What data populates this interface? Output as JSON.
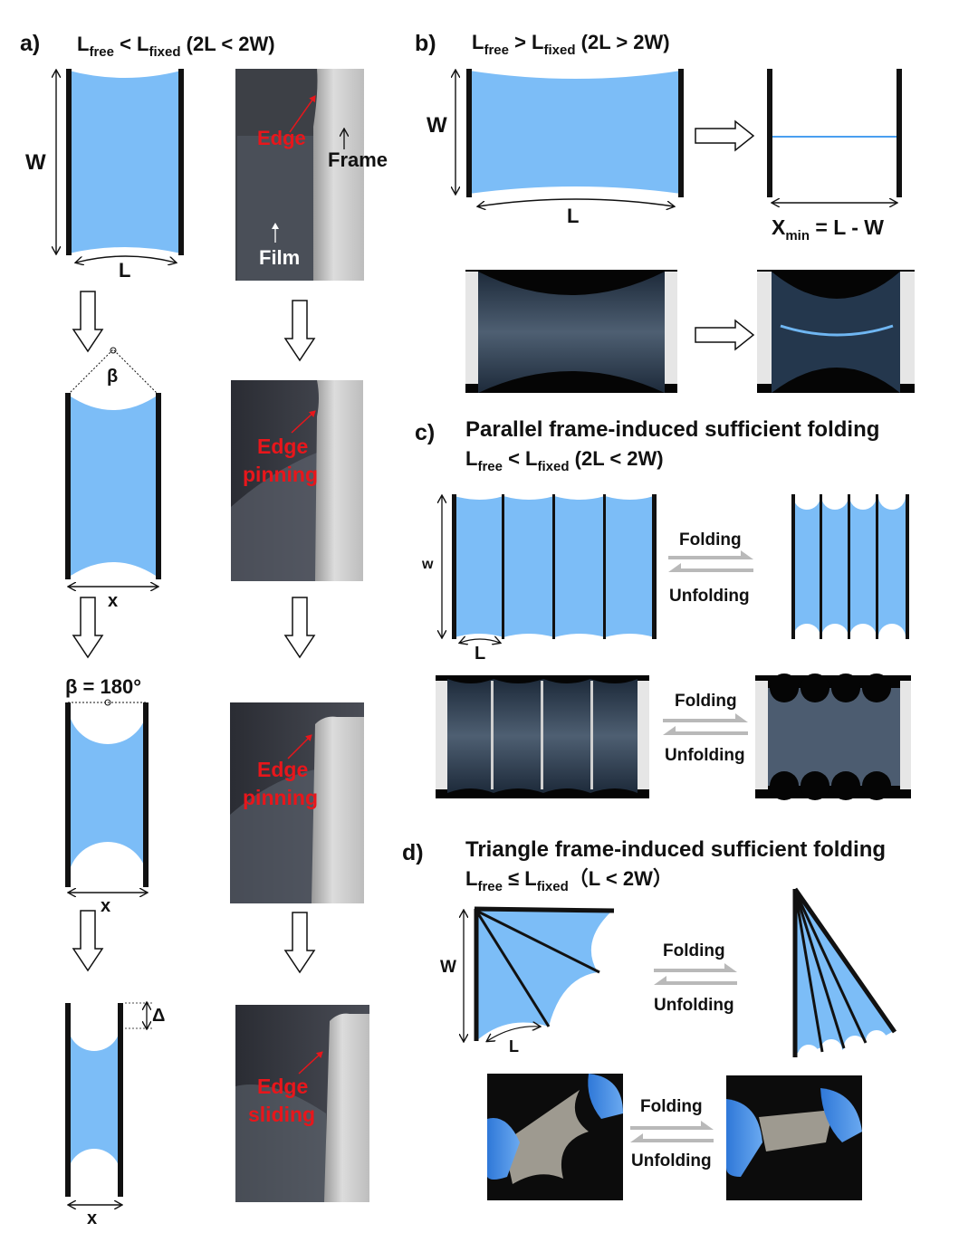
{
  "colors": {
    "film": "#7cbdf7",
    "frame": "#111111",
    "label_red": "#e8161b",
    "arrow_gray": "#b9b9b9"
  },
  "a": {
    "label": "a)",
    "t_L1": "L",
    "t_sub1": "free",
    "t_lt": " < L",
    "t_sub2": "fixed",
    "t_rest": " (2L < 2W)",
    "dim_W": "W",
    "dim_L": "L",
    "photo1_edge": "Edge",
    "photo1_frame": "Frame",
    "photo1_film": "Film",
    "beta": "β",
    "dim_x1": "x",
    "photo2_l1": "Edge",
    "photo2_l2": "pinning",
    "beta180": "β = 180°",
    "dim_x2": "x",
    "photo3_l1": "Edge",
    "photo3_l2": "pinning",
    "delta": "Δ",
    "dim_x3": "x",
    "photo4_l1": "Edge",
    "photo4_l2": "sliding"
  },
  "b": {
    "label": "b)",
    "t_L1": "L",
    "t_sub1": "free",
    "t_gt": " > L",
    "t_sub2": "fixed",
    "t_rest": " (2L > 2W)",
    "dim_W": "W",
    "dim_L": "L",
    "xmin_X": "X",
    "xmin_sub": "min",
    "xmin_rest": " = L - W"
  },
  "c": {
    "label": "c)",
    "title": "Parallel frame-induced sufficient folding",
    "t_L1": "L",
    "t_sub1": "free",
    "t_lt": " < L",
    "t_sub2": "fixed",
    "t_rest": " (2L < 2W)",
    "dim_W": "w",
    "dim_L": "L",
    "fold1": "Folding",
    "unfold1": "Unfolding",
    "fold2": "Folding",
    "unfold2": "Unfolding"
  },
  "d": {
    "label": "d)",
    "title": "Triangle frame-induced sufficient folding",
    "t_L1": "L",
    "t_sub1": "free",
    "t_le": " ≤ L",
    "t_sub2": "fixed",
    "t_rest": "（L < 2W）",
    "dim_W": "W",
    "dim_L": "L",
    "fold1": "Folding",
    "unfold1": "Unfolding",
    "fold2": "Folding",
    "unfold2": "Unfolding"
  }
}
